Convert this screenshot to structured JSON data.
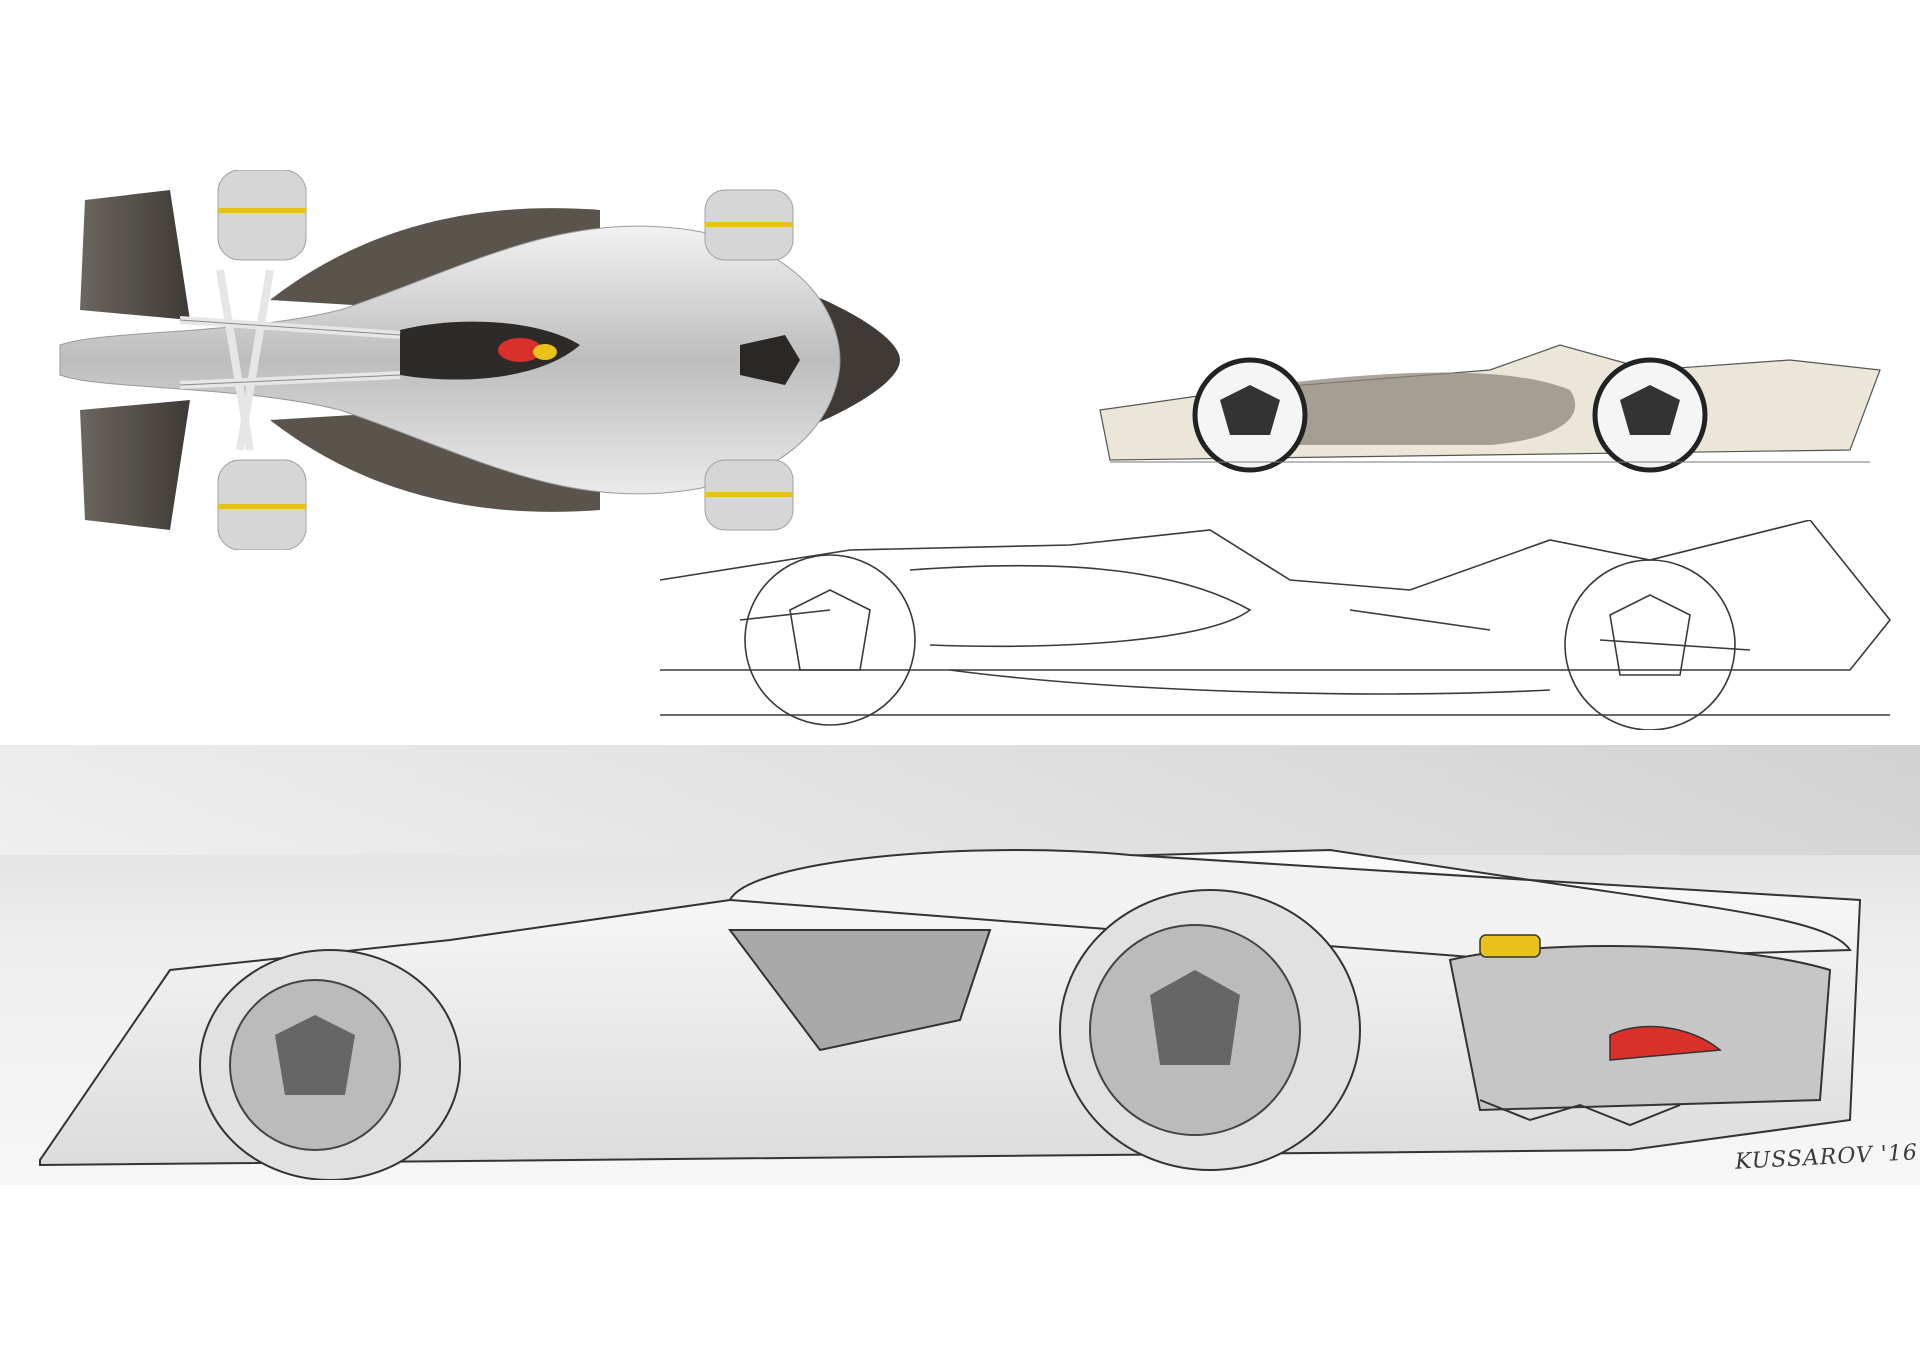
{
  "signature": "KUSSAROV '16",
  "colors": {
    "background": "#ffffff",
    "body_silver": "#c9c9c9",
    "body_dark": "#4a4540",
    "tyre_stripe": "#e8c21a",
    "accent_red": "#d9302a",
    "sketch_line": "#3a3a3a"
  },
  "views": [
    "top-view",
    "side-view-render",
    "side-view-line-sketch",
    "perspective-rear-three-quarter"
  ]
}
